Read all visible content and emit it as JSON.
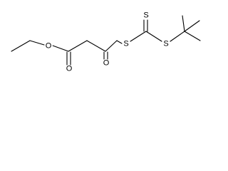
{
  "molecule": {
    "atoms": {
      "o_ester": "O",
      "o_carbonyl": "O",
      "o_ketone": "O",
      "s_thioether": "S",
      "s_thione": "S",
      "s_tbutyl": "S"
    }
  }
}
